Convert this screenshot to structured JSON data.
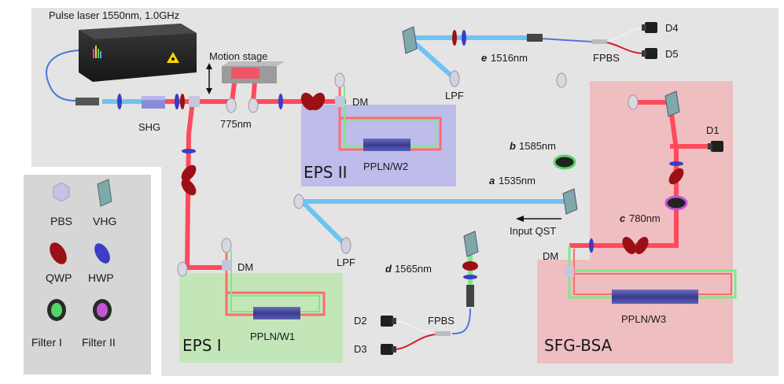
{
  "laser": {
    "title": "Pulse laser 1550nm, 1.0GHz"
  },
  "stage": {
    "label": "Motion stage"
  },
  "shg": {
    "label": "SHG"
  },
  "wavelength_775": "775nm",
  "eps2": {
    "title": "EPS II",
    "crystal": "PPLN/W2",
    "dm": "DM",
    "lpf": "LPF"
  },
  "eps1": {
    "title": "EPS I",
    "crystal": "PPLN/W1",
    "dm": "DM",
    "lpf": "LPF"
  },
  "sfg": {
    "title": "SFG-BSA",
    "crystal": "PPLN/W3",
    "dm": "DM"
  },
  "channels": {
    "e": {
      "letter": "e",
      "wavelength": "1516nm"
    },
    "b": {
      "letter": "b",
      "wavelength": "1585nm"
    },
    "a": {
      "letter": "a",
      "wavelength": "1535nm"
    },
    "c": {
      "letter": "c",
      "wavelength": "780nm"
    },
    "d": {
      "letter": "d",
      "wavelength": "1565nm"
    }
  },
  "input_qst": "Input QST",
  "detectors": {
    "d1": "D1",
    "d2": "D2",
    "d3": "D3",
    "d4": "D4",
    "d5": "D5"
  },
  "fpbs": {
    "top": "FPBS",
    "bottom": "FPBS"
  },
  "legend": {
    "items": [
      {
        "label": "PBS",
        "icon": "pbs-cube-icon"
      },
      {
        "label": "VHG",
        "icon": "vhg-grating-icon"
      },
      {
        "label": "QWP",
        "icon": "qwp-plate-icon"
      },
      {
        "label": "HWP",
        "icon": "hwp-plate-icon"
      },
      {
        "label": "Filter I",
        "icon": "filter-ring-green-icon"
      },
      {
        "label": "Filter II",
        "icon": "filter-ring-purple-icon"
      }
    ]
  },
  "colors": {
    "board": "#e4e4e4",
    "eps2_region": "#b9b7ea",
    "eps1_region": "#bfe6b4",
    "sfg_region": "#f0b9bd",
    "red_beam": "#ff4a5e",
    "blue_beam": "#6fc3f2",
    "green_beam": "#7de88a",
    "qwp": "#9a1015",
    "hwp": "#3c3cc4"
  }
}
